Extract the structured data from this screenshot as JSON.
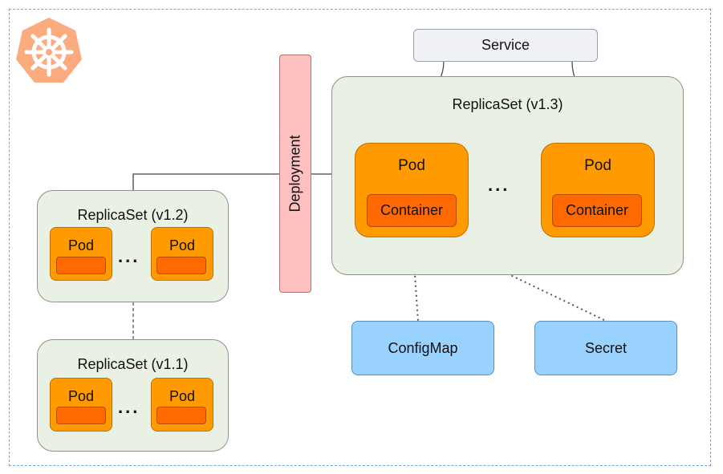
{
  "service": {
    "label": "Service"
  },
  "deployment": {
    "label": "Deployment"
  },
  "replicaset_v13": {
    "label": "ReplicaSet (v1.3)",
    "pod_left": {
      "label": "Pod",
      "container": "Container"
    },
    "pod_right": {
      "label": "Pod",
      "container": "Container"
    },
    "ellipsis": "..."
  },
  "replicaset_v12": {
    "label": "ReplicaSet (v1.2)",
    "pod_left": {
      "label": "Pod"
    },
    "pod_right": {
      "label": "Pod"
    },
    "ellipsis": "..."
  },
  "replicaset_v11": {
    "label": "ReplicaSet (v1.1)",
    "pod_left": {
      "label": "Pod"
    },
    "pod_right": {
      "label": "Pod"
    },
    "ellipsis": "..."
  },
  "configmap": {
    "label": "ConfigMap"
  },
  "secret": {
    "label": "Secret"
  },
  "logo": {
    "icon": "kubernetes-helm-wheel-icon",
    "color": "#fbab7e"
  },
  "colors": {
    "frame": "#6fa8dc",
    "replicaset_fill": "#e8f1e4",
    "pod_fill": "#ff9a00",
    "container_fill": "#ff6a00",
    "deployment_fill": "#ffc0c0",
    "config_fill": "#99d1ff",
    "service_fill": "#f0f1f4"
  }
}
